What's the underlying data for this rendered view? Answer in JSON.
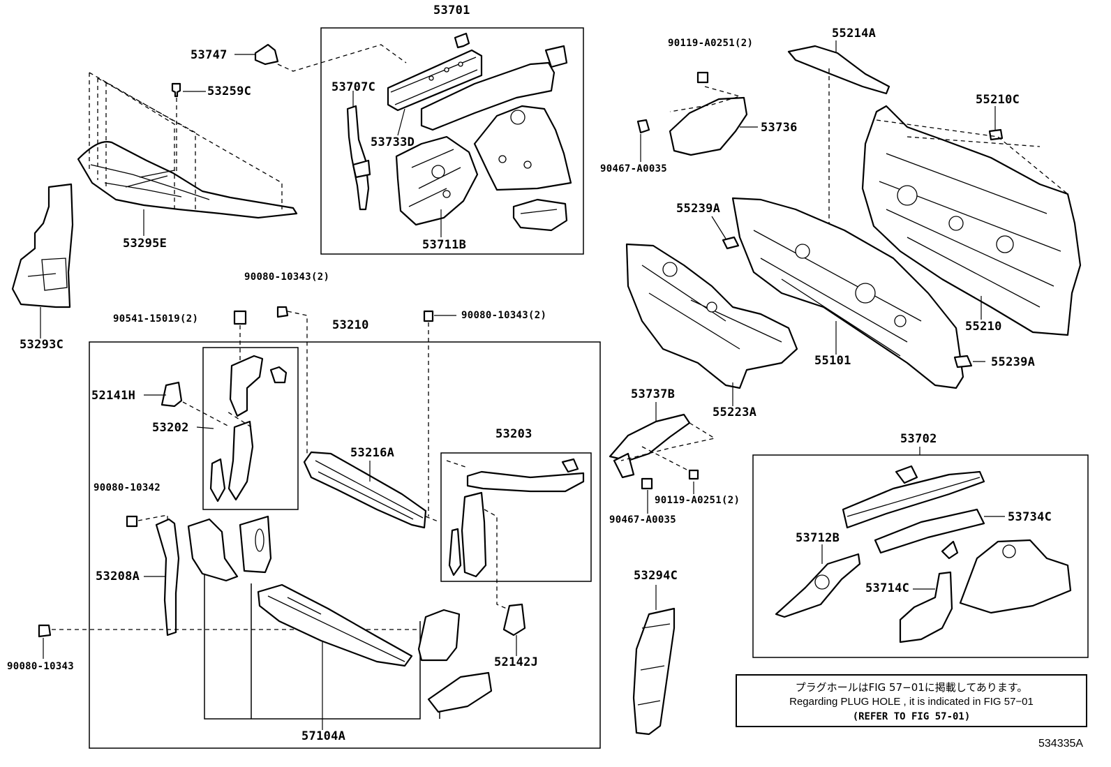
{
  "diagram": {
    "labels": {
      "p53701": "53701",
      "p53747": "53747",
      "p53259c": "53259C",
      "p53707c": "53707C",
      "p53733d": "53733D",
      "p53711b": "53711B",
      "p53295e": "53295E",
      "p53293c": "53293C",
      "p90119a0251_2_top": "90119-A0251(2)",
      "p53736": "53736",
      "p90467a0035_top": "90467-A0035",
      "p55214a": "55214A",
      "p55210c": "55210C",
      "p55239a_top": "55239A",
      "p55210": "55210",
      "p55101": "55101",
      "p55223a": "55223A",
      "p55239a_right": "55239A",
      "p90080_10343_2_left": "90080-10343(2)",
      "p90541_15019_2": "90541-15019(2)",
      "p53210": "53210",
      "p90080_10343_2_mid": "90080-10343(2)",
      "p52141h": "52141H",
      "p53202": "53202",
      "p53216a": "53216A",
      "p53203": "53203",
      "p90080_10342": "90080-10342",
      "p53208a": "53208A",
      "p90080_10343": "90080-10343",
      "p52142j": "52142J",
      "p57104a": "57104A",
      "p53737b": "53737B",
      "p90119a0251_2_bot": "90119-A0251(2)",
      "p90467a0035_bot": "90467-A0035",
      "p53702": "53702",
      "p53734c": "53734C",
      "p53712b": "53712B",
      "p53714c": "53714C",
      "p53294c": "53294C"
    },
    "note": {
      "japanese": "プラグホールはFIG 57−01に掲載してあります。",
      "english": "Regarding  PLUG  HOLE , it is indicated in FIG  57−01",
      "refer": "(REFER TO FIG 57-01)"
    },
    "figure_code": "534335A"
  }
}
